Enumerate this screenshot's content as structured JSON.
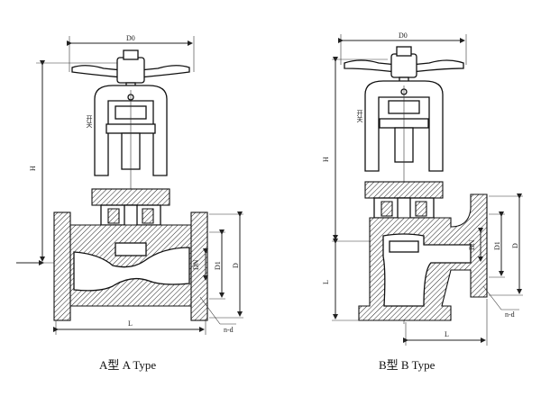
{
  "labels": {
    "d0": "D0",
    "h": "H",
    "l": "L",
    "dn": "DN",
    "d1": "D1",
    "d": "D",
    "nd": "n-d",
    "chinese_mark": "开关"
  },
  "captions": {
    "a_type": "A型   A Type",
    "b_type": "B型   B Type"
  }
}
